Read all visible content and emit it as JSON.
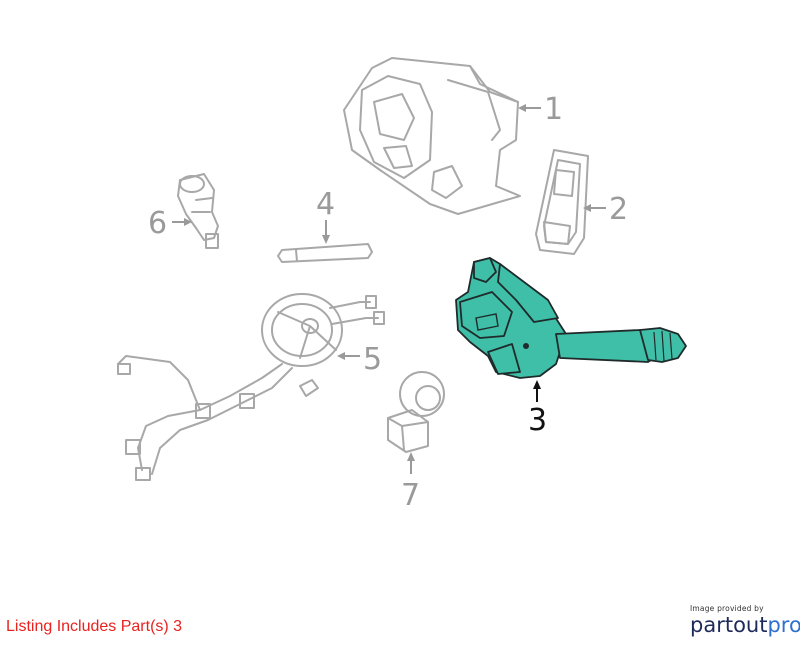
{
  "callouts": {
    "c1": "1",
    "c2": "2",
    "c3": "3",
    "c4": "4",
    "c5": "5",
    "c6": "6",
    "c7": "7"
  },
  "highlight_color": "#3fbfa8",
  "listing_note": "Listing Includes Part(s) 3",
  "logo": {
    "caption": "Image provided by",
    "word_dark": "partout",
    "word_blue": "pro"
  }
}
